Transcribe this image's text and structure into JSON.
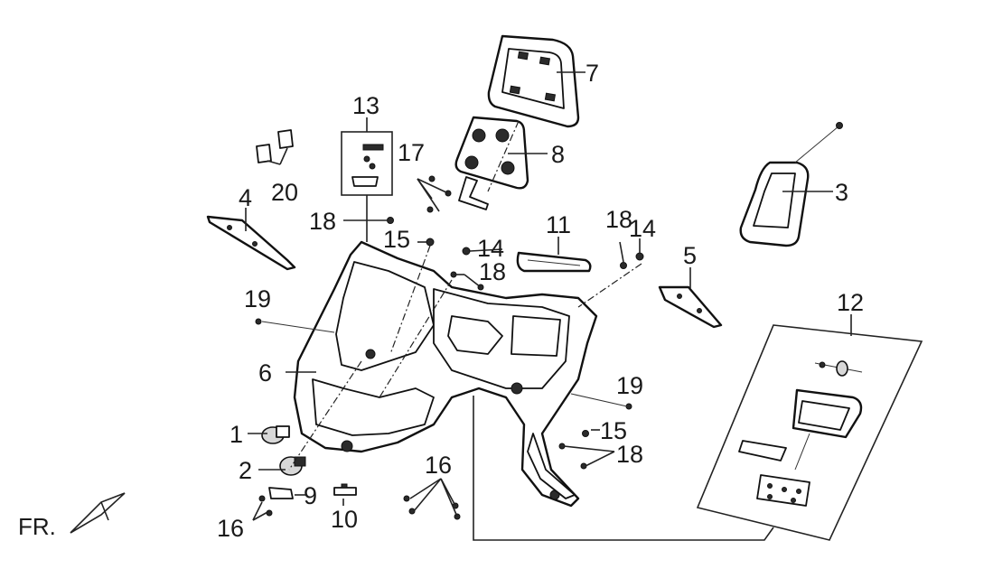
{
  "labels": {
    "p1": "1",
    "p2": "2",
    "p3": "3",
    "p4": "4",
    "p5": "5",
    "p6": "6",
    "p7": "7",
    "p8": "8",
    "p9": "9",
    "p10": "10",
    "p11": "11",
    "p12": "12",
    "p13": "13",
    "p14a": "14",
    "p14b": "14",
    "p15a": "15",
    "p15b": "15",
    "p16a": "16",
    "p16b": "16",
    "p17": "17",
    "p18a": "18",
    "p18b": "18",
    "p18c": "18",
    "p18d": "18",
    "p19a": "19",
    "p19b": "19",
    "p20": "20"
  },
  "direction_label": "FR."
}
